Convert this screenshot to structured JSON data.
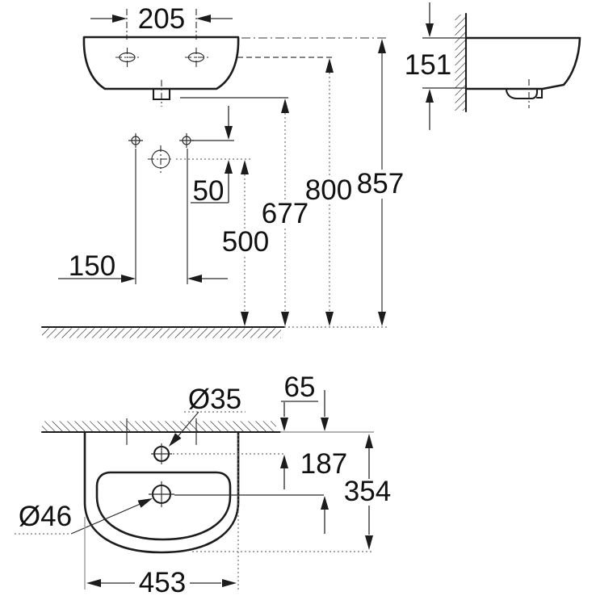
{
  "page": {
    "kind": "technical dimension drawing",
    "subject": "wall-hung washbasin",
    "background": "#ffffff",
    "line_color": "#1c1c1c",
    "muted_line_color": "#9a9a9a"
  },
  "views": {
    "front_elevation": "basin front view with wall-mounting height chain",
    "side_profile": "basin side profile hung on hatched wall",
    "plan": "basin top view with bowl, tap hole and waste hole"
  },
  "labels": {
    "front": {
      "tap_centres": "205",
      "hole_drop": "50",
      "outlet_centres": "150",
      "trap_height": "500",
      "outlet_height": "677",
      "fixing_height": "800",
      "rim_height": "857"
    },
    "side": {
      "basin_height": "151"
    },
    "plan": {
      "tap_hole_diameter": "Ø35",
      "tap_hole_setback": "65",
      "bowl_centre_setback": "187",
      "overall_depth": "354",
      "waste_diameter": "Ø46",
      "overall_width": "453"
    }
  }
}
